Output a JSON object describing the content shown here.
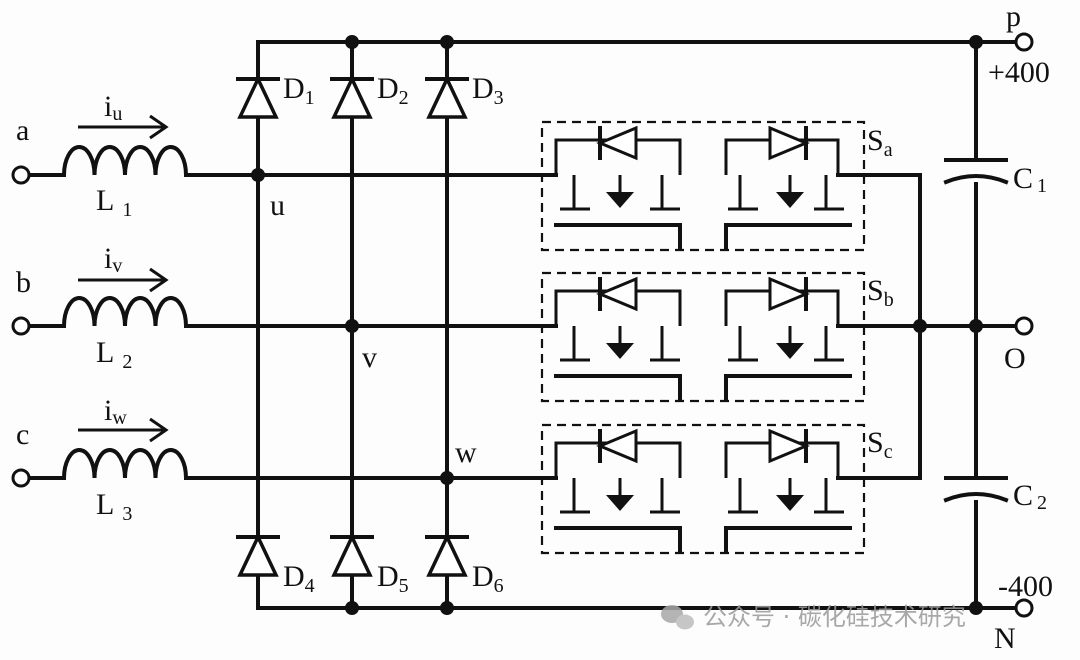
{
  "diagram": {
    "inputs": [
      {
        "terminal": "a",
        "inductor": "L",
        "inductor_sub": "1",
        "current": "i",
        "current_sub": "u"
      },
      {
        "terminal": "b",
        "inductor": "L",
        "inductor_sub": "2",
        "current": "i",
        "current_sub": "v"
      },
      {
        "terminal": "c",
        "inductor": "L",
        "inductor_sub": "3",
        "current": "i",
        "current_sub": "w"
      }
    ],
    "nodes": {
      "u": "u",
      "v": "v",
      "w": "w"
    },
    "diodes": [
      {
        "name": "D",
        "sub": "1"
      },
      {
        "name": "D",
        "sub": "2"
      },
      {
        "name": "D",
        "sub": "3"
      },
      {
        "name": "D",
        "sub": "4"
      },
      {
        "name": "D",
        "sub": "5"
      },
      {
        "name": "D",
        "sub": "6"
      }
    ],
    "switches": [
      {
        "name": "S",
        "sub": "a"
      },
      {
        "name": "S",
        "sub": "b"
      },
      {
        "name": "S",
        "sub": "c"
      }
    ],
    "capacitors": [
      {
        "name": "C",
        "sub": "1"
      },
      {
        "name": "C",
        "sub": "2"
      }
    ],
    "terminals": {
      "p": "p",
      "o": "O",
      "n": "N"
    },
    "voltages": {
      "top": "+400",
      "bottom": "-400"
    }
  },
  "watermark": "公众号 · 碳化硅技术研究"
}
